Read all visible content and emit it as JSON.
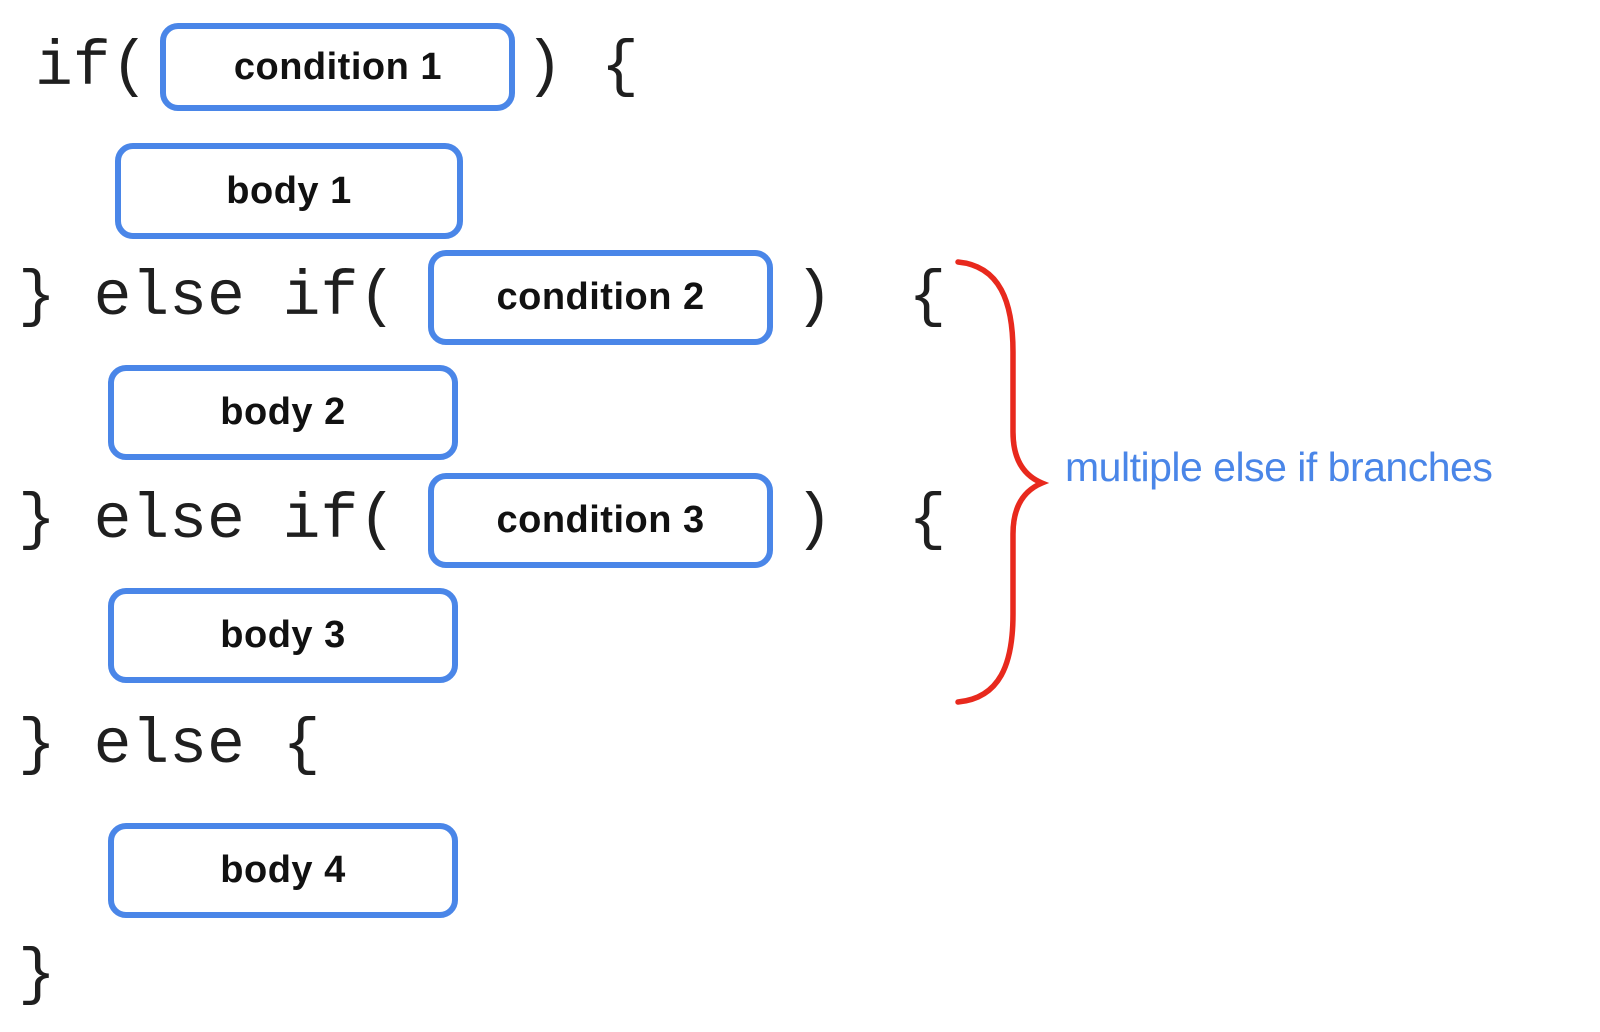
{
  "code": {
    "row1_left": "if(",
    "row1_right": ") {",
    "row3_left": "} else if(",
    "row3_right": ")  {",
    "row5_left": "} else if(",
    "row5_right": ")  {",
    "row7": "} else {",
    "row9": "}"
  },
  "boxes": {
    "condition1": "condition 1",
    "condition2": "condition 2",
    "condition3": "condition 3",
    "body1": "body 1",
    "body2": "body 2",
    "body3": "body 3",
    "body4": "body 4"
  },
  "annotation": {
    "label": "multiple else if branches"
  },
  "colors": {
    "box_border": "#4a86e8",
    "brace": "#e8291d",
    "annotation_text": "#4a86e8",
    "code_text": "#1f1f1f"
  }
}
